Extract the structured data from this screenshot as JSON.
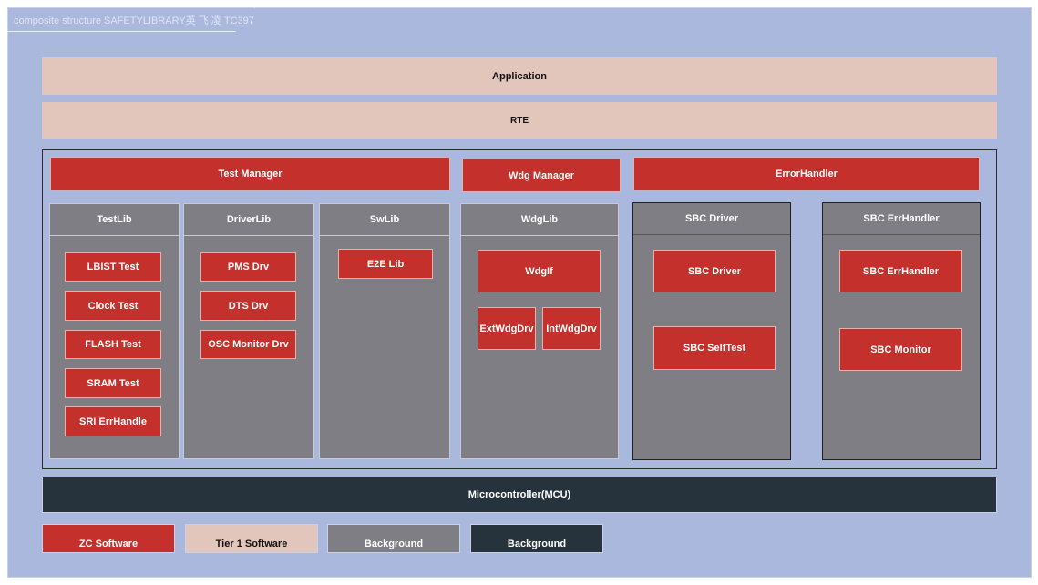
{
  "window": {
    "title": "composite structure SAFETYLIBRARY英 飞 凌 TC397"
  },
  "layers": {
    "application": "Application",
    "rte": "RTE",
    "mcu": "Microcontroller(MCU)"
  },
  "managers": {
    "test_manager": "Test Manager",
    "wdg_manager": "Wdg Manager",
    "error_handler": "ErrorHandler"
  },
  "libs": {
    "testlib": {
      "title": "TestLib",
      "items": [
        "LBIST Test",
        "Clock Test",
        "FLASH Test",
        "SRAM Test",
        "SRI ErrHandle"
      ]
    },
    "driverlib": {
      "title": "DriverLib",
      "items": [
        "PMS Drv",
        "DTS Drv",
        "OSC Monitor Drv"
      ]
    },
    "swlib": {
      "title": "SwLib",
      "items": [
        "E2E Lib"
      ]
    },
    "wdglib": {
      "title": "WdgLib",
      "items": [
        "WdgIf",
        "ExtWdgDrv",
        "IntWdgDrv"
      ]
    },
    "sbc_driver": {
      "title": "SBC Driver",
      "items": [
        "SBC Driver",
        "SBC SelfTest"
      ]
    },
    "sbc_errhandler": {
      "title": "SBC ErrHandler",
      "items": [
        "SBC ErrHandler",
        "SBC Monitor"
      ]
    }
  },
  "legend": [
    {
      "label": "ZC Software",
      "color": "#c4302b"
    },
    {
      "label": "Tier 1 Software",
      "color": "#e3c6bb"
    },
    {
      "label": "Background",
      "color": "#7f7e84"
    },
    {
      "label": "Background",
      "color": "#26323c"
    }
  ]
}
